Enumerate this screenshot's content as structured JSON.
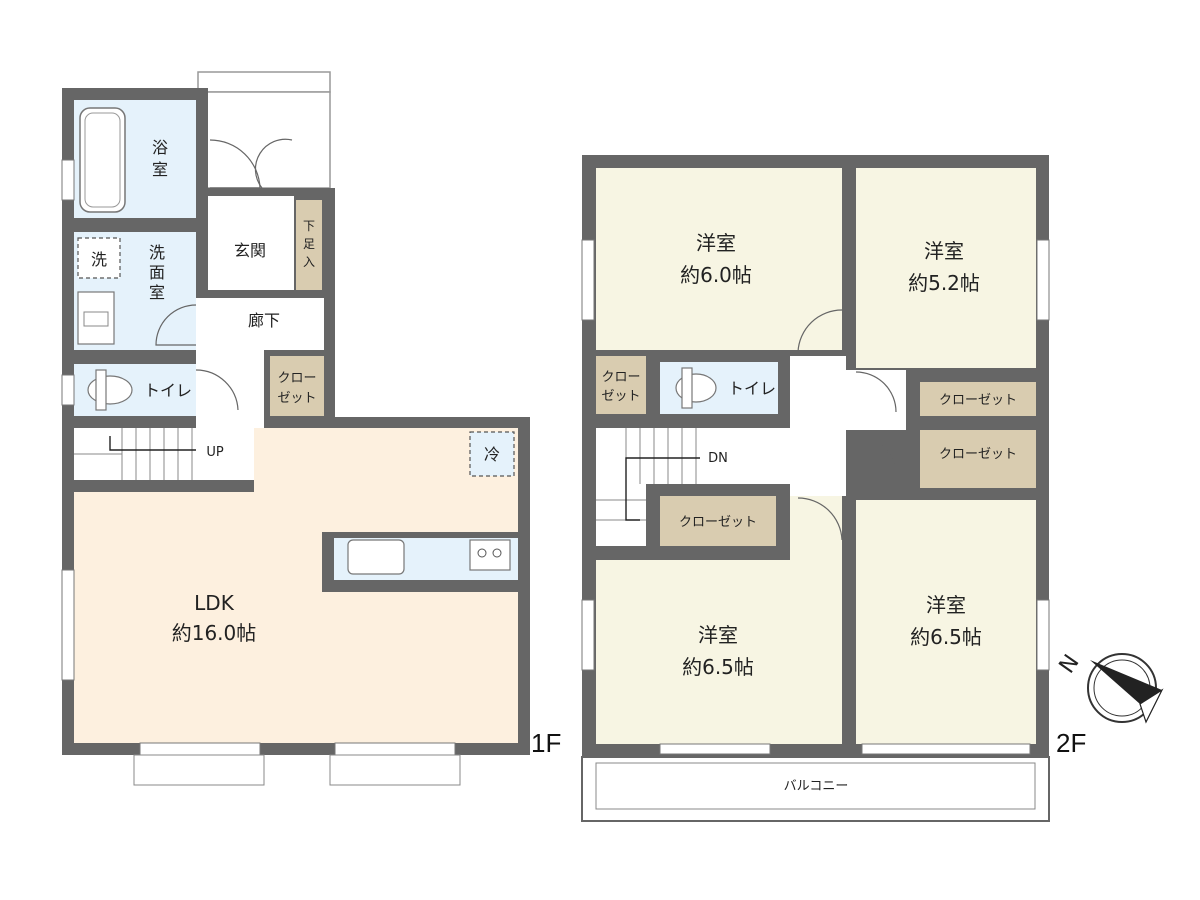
{
  "floor1": {
    "floor_label": "1F",
    "bath": {
      "line1": "浴",
      "line2": "室"
    },
    "washroom": {
      "line1": "洗",
      "line2": "面",
      "line3": "室"
    },
    "washer": "洗",
    "entrance": "玄関",
    "shoe_storage": {
      "line1": "下",
      "line2": "足",
      "line3": "入"
    },
    "hallway": "廊下",
    "toilet": "トイレ",
    "closet": {
      "line1": "クロー",
      "line2": "ゼット"
    },
    "stairs": "UP",
    "fridge": "冷",
    "ldk": {
      "name": "LDK",
      "size": "約16.0帖"
    }
  },
  "floor2": {
    "floor_label": "2F",
    "room_nw": {
      "name": "洋室",
      "size": "約6.0帖"
    },
    "room_ne": {
      "name": "洋室",
      "size": "約5.2帖"
    },
    "room_sw": {
      "name": "洋室",
      "size": "約6.5帖"
    },
    "room_se": {
      "name": "洋室",
      "size": "約6.5帖"
    },
    "closet_small": {
      "line1": "クロー",
      "line2": "ゼット"
    },
    "toilet": "トイレ",
    "closet_ne_upper": "クローゼット",
    "closet_ne_lower": "クローゼット",
    "closet_center": "クローゼット",
    "stairs": "DN",
    "balcony": "バルコニー"
  },
  "compass": {
    "label": "N"
  },
  "colors": {
    "wall": "#666666",
    "bedroom": "#f7f5e3",
    "ldk": "#fdf0df",
    "wet": "#e5f2fb",
    "storage": "#d9ccb0",
    "corridor": "#ffffff"
  }
}
